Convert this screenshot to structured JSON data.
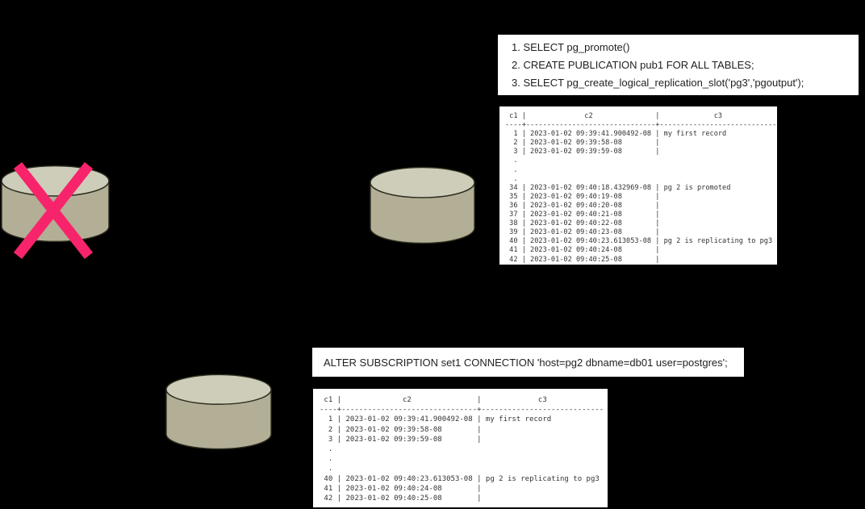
{
  "colors": {
    "background": "#000000",
    "cylinder_side": "#b2af96",
    "cylinder_top": "#cecdba",
    "cylinder_outline": "#2c2c1e",
    "x_mark": "#f8246b",
    "panel_bg": "#ffffff",
    "panel_text": "#1f1f1f",
    "table_text": "#333333"
  },
  "nodes": {
    "failed_primary": {
      "icon": "database-cylinder-icon",
      "overlay_icon": "x-mark-icon"
    },
    "pg2": {
      "icon": "database-cylinder-icon"
    },
    "pg3": {
      "icon": "database-cylinder-icon"
    }
  },
  "sql_steps_panel": {
    "lines": [
      "1. SELECT pg_promote()",
      "2. CREATE PUBLICATION pub1 FOR ALL TABLES;",
      "3. SELECT pg_create_logical_replication_slot('pg3','pgoutput');"
    ]
  },
  "alter_subscription_panel": {
    "text": "ALTER SUBSCRIPTION set1 CONNECTION 'host=pg2 dbname=db01 user=postgres';"
  },
  "pg2_output_panel": {
    "columns": [
      "c1",
      "c2",
      "c3"
    ],
    "rows": [
      [
        "1",
        "2023-01-02 09:39:41.900492-08",
        "my first record"
      ],
      [
        "2",
        "2023-01-02 09:39:58-08",
        ""
      ],
      [
        "3",
        "2023-01-02 09:39:59-08",
        ""
      ],
      [
        ".",
        "",
        ""
      ],
      [
        ".",
        "",
        ""
      ],
      [
        ".",
        "",
        ""
      ],
      [
        "34",
        "2023-01-02 09:40:18.432969-08",
        "pg 2 is promoted"
      ],
      [
        "35",
        "2023-01-02 09:40:19-08",
        ""
      ],
      [
        "36",
        "2023-01-02 09:40:20-08",
        ""
      ],
      [
        "37",
        "2023-01-02 09:40:21-08",
        ""
      ],
      [
        "38",
        "2023-01-02 09:40:22-08",
        ""
      ],
      [
        "39",
        "2023-01-02 09:40:23-08",
        ""
      ],
      [
        "40",
        "2023-01-02 09:40:23.613053-08",
        "pg 2 is replicating to pg3"
      ],
      [
        "41",
        "2023-01-02 09:40:24-08",
        ""
      ],
      [
        "42",
        "2023-01-02 09:40:25-08",
        ""
      ]
    ],
    "ascii_lines": [
      " c1 |              c2               |             c3",
      "----+-------------------------------+----------------------------",
      "  1 | 2023-01-02 09:39:41.900492-08 | my first record",
      "  2 | 2023-01-02 09:39:58-08        |",
      "  3 | 2023-01-02 09:39:59-08        |",
      "  .",
      "  .",
      "  .",
      " 34 | 2023-01-02 09:40:18.432969-08 | pg 2 is promoted",
      " 35 | 2023-01-02 09:40:19-08        |",
      " 36 | 2023-01-02 09:40:20-08        |",
      " 37 | 2023-01-02 09:40:21-08        |",
      " 38 | 2023-01-02 09:40:22-08        |",
      " 39 | 2023-01-02 09:40:23-08        |",
      " 40 | 2023-01-02 09:40:23.613053-08 | pg 2 is replicating to pg3",
      " 41 | 2023-01-02 09:40:24-08        |",
      " 42 | 2023-01-02 09:40:25-08        |"
    ]
  },
  "pg3_output_panel": {
    "columns": [
      "c1",
      "c2",
      "c3"
    ],
    "rows": [
      [
        "1",
        "2023-01-02 09:39:41.900492-08",
        "my first record"
      ],
      [
        "2",
        "2023-01-02 09:39:58-08",
        ""
      ],
      [
        "3",
        "2023-01-02 09:39:59-08",
        ""
      ],
      [
        ".",
        "",
        ""
      ],
      [
        ".",
        "",
        ""
      ],
      [
        ".",
        "",
        ""
      ],
      [
        "40",
        "2023-01-02 09:40:23.613053-08",
        "pg 2 is replicating to pg3"
      ],
      [
        "41",
        "2023-01-02 09:40:24-08",
        ""
      ],
      [
        "42",
        "2023-01-02 09:40:25-08",
        ""
      ]
    ],
    "ascii_lines": [
      " c1 |              c2               |             c3",
      "----+-------------------------------+----------------------------",
      "  1 | 2023-01-02 09:39:41.900492-08 | my first record",
      "  2 | 2023-01-02 09:39:58-08        |",
      "  3 | 2023-01-02 09:39:59-08        |",
      "  .",
      "  .",
      "  .",
      " 40 | 2023-01-02 09:40:23.613053-08 | pg 2 is replicating to pg3",
      " 41 | 2023-01-02 09:40:24-08        |",
      " 42 | 2023-01-02 09:40:25-08        |"
    ]
  }
}
